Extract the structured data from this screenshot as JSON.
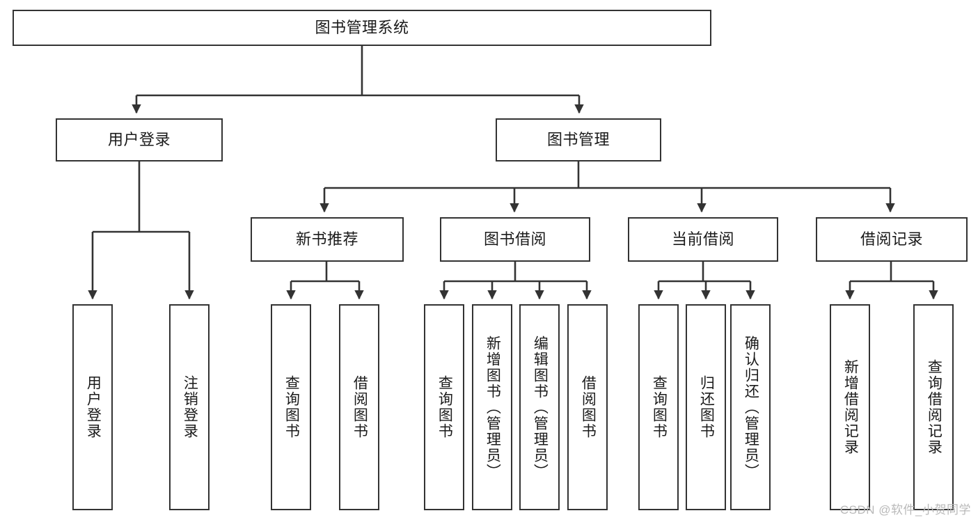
{
  "diagram": {
    "title": "图书管理系统",
    "watermark": "CSDN @软件_小贺同学",
    "colors": {
      "line": "#333333",
      "box_border": "#333333",
      "box_fill": "#ffffff",
      "text": "#1a1a1a",
      "watermark": "#b9b9b9",
      "background": "#ffffff"
    },
    "root": {
      "label": "图书管理系统"
    },
    "level1": [
      {
        "label": "用户登录"
      },
      {
        "label": "图书管理"
      }
    ],
    "level2": [
      {
        "label": "新书推荐"
      },
      {
        "label": "图书借阅"
      },
      {
        "label": "当前借阅"
      },
      {
        "label": "借阅记录"
      }
    ],
    "leaves": {
      "user_login": [
        {
          "label": "用户登录"
        },
        {
          "label": "注销登录"
        }
      ],
      "new_book_recommend": [
        {
          "label": "查询图书"
        },
        {
          "label": "借阅图书"
        }
      ],
      "book_borrow": [
        {
          "label": "查询图书"
        },
        {
          "label": "新增图书（管理员）"
        },
        {
          "label": "编辑图书（管理员）"
        },
        {
          "label": "借阅图书"
        }
      ],
      "current_borrow": [
        {
          "label": "查询图书"
        },
        {
          "label": "归还图书"
        },
        {
          "label": "确认归还（管理员）"
        }
      ],
      "borrow_record": [
        {
          "label": "新增借阅记录"
        },
        {
          "label": "查询借阅记录"
        }
      ]
    }
  }
}
